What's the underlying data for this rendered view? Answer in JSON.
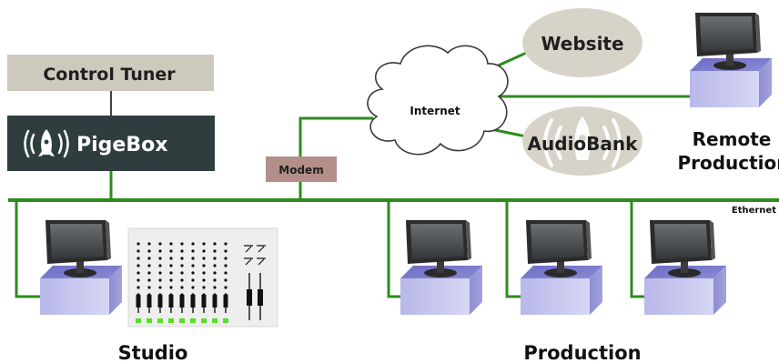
{
  "control_tuner": {
    "label": "Control Tuner"
  },
  "pigebox": {
    "label": "PigeBox"
  },
  "modem": {
    "label": "Modem"
  },
  "internet": {
    "label": "Internet"
  },
  "website": {
    "label": "Website"
  },
  "audiobank": {
    "label": "AudioBank"
  },
  "remote_production": {
    "line1": "Remote",
    "line2": "Production"
  },
  "ethernet": {
    "label": "Ethernet"
  },
  "studio": {
    "label": "Studio"
  },
  "production": {
    "label": "Production"
  },
  "colors": {
    "network_line": "#2e8b1e",
    "control_tuner_bg": "#cdc9bd",
    "pigebox_bg": "#2f3d3f",
    "modem_bg": "#b48f8a",
    "ellipse_bg": "#d7d3c8",
    "monitor_base": "#9d9de0",
    "mixer_bg": "#eeeeee",
    "mixer_led": "#55e025"
  }
}
